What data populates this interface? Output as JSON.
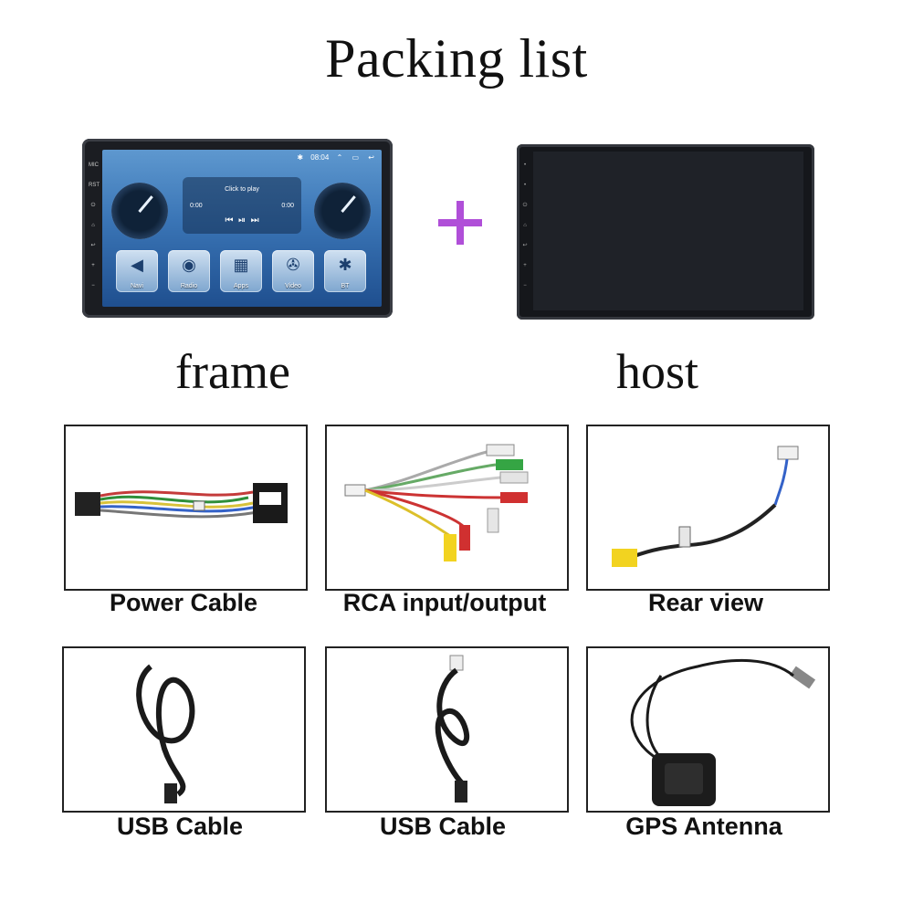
{
  "title": "Packing list",
  "devices": {
    "frame_label": "frame",
    "host_label": "host",
    "frame_screen": {
      "time": "08:04",
      "player_text": "Click to play",
      "time_left": "0:00",
      "time_right": "0:00",
      "apps": [
        {
          "label": "Navi",
          "icon": "navigation-icon"
        },
        {
          "label": "Radio",
          "icon": "radio-icon"
        },
        {
          "label": "Apps",
          "icon": "apps-grid-icon"
        },
        {
          "label": "Video",
          "icon": "video-reel-icon"
        },
        {
          "label": "BT",
          "icon": "bluetooth-icon"
        }
      ],
      "side_buttons": [
        "MIC",
        "RST"
      ]
    }
  },
  "plus_color": "#b04fd8",
  "items": [
    {
      "label": "Power Cable",
      "icon": "power-cable-harness-icon"
    },
    {
      "label": "RCA input/output",
      "icon": "rca-cable-icon"
    },
    {
      "label": "Rear view",
      "icon": "rear-view-camera-cable-icon"
    },
    {
      "label": "USB Cable",
      "icon": "usb-cable-icon"
    },
    {
      "label": "USB Cable",
      "icon": "usb-cable-icon"
    },
    {
      "label": "GPS Antenna",
      "icon": "gps-antenna-icon"
    }
  ]
}
